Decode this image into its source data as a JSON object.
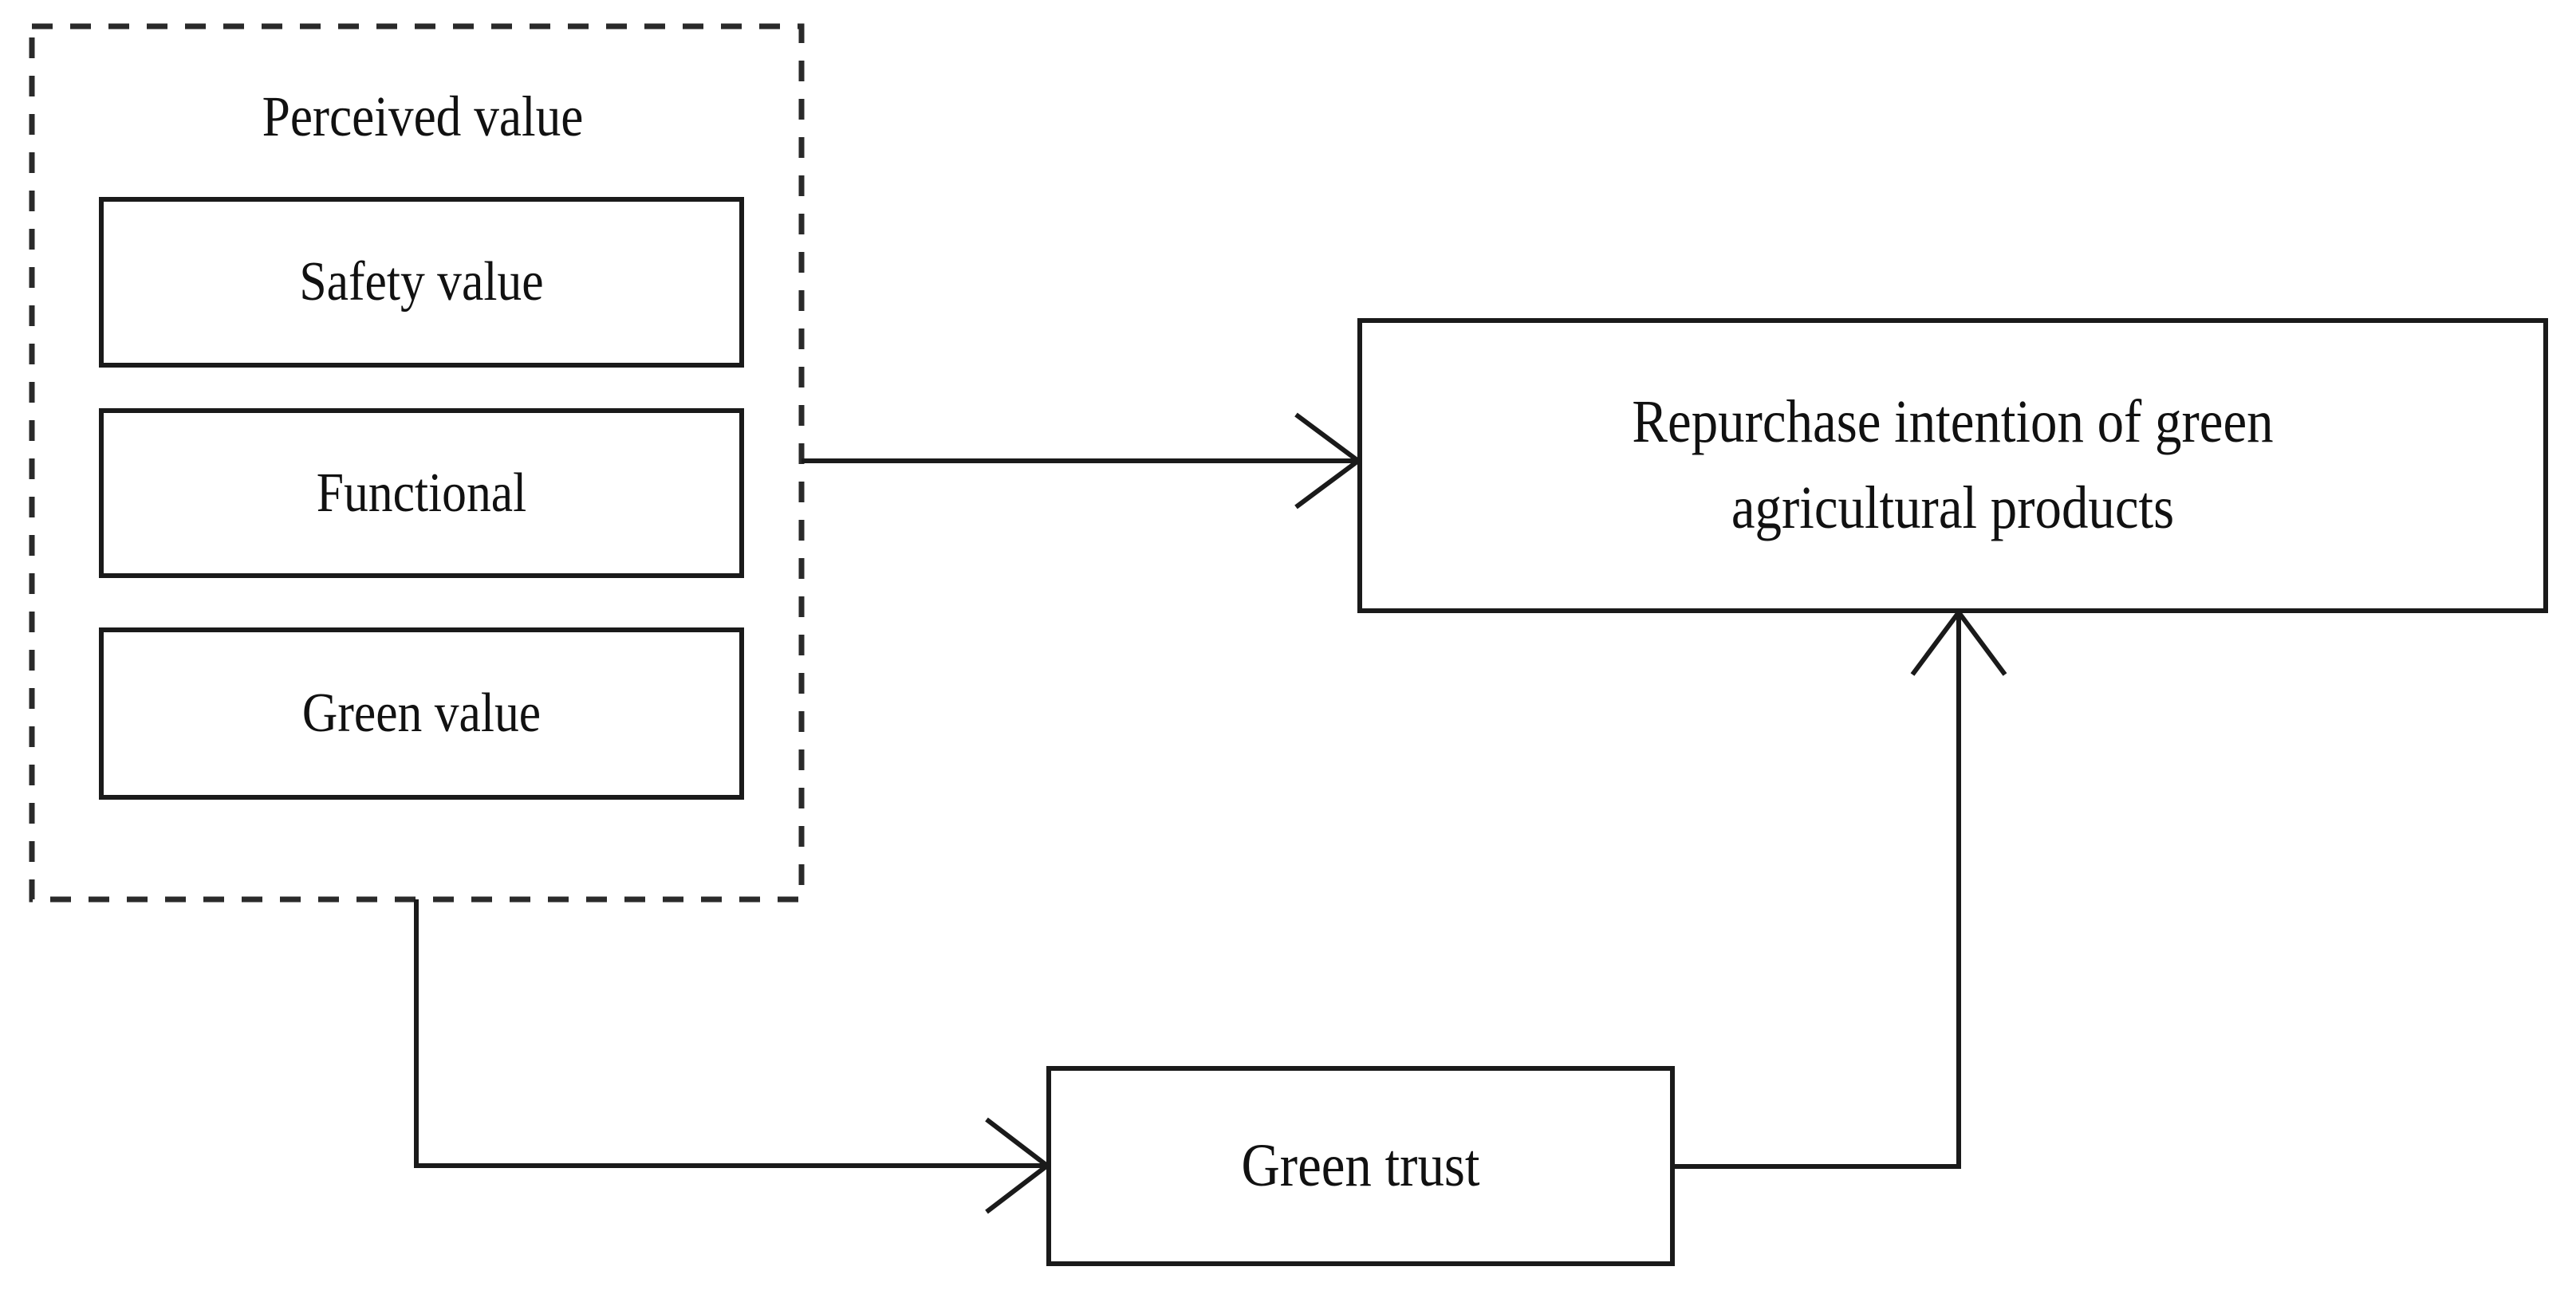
{
  "diagram": {
    "type": "conceptual-research-model",
    "background_color": "#ffffff",
    "stroke_color": "#1a1a1a",
    "text_color": "#111111",
    "group": {
      "title": "Perceived value",
      "border_style": "dashed",
      "items": [
        {
          "label": "Safety value"
        },
        {
          "label": "Functional"
        },
        {
          "label": "Green value"
        }
      ]
    },
    "nodes": [
      {
        "id": "repurchase",
        "label": "Repurchase intention of green\nagricultural products"
      },
      {
        "id": "green_trust",
        "label": "Green trust"
      }
    ],
    "edges": [
      {
        "id": "edge-perceived-to-repurchase",
        "from": "Perceived value",
        "to": "Repurchase intention of green agricultural products",
        "style": "straight-arrow",
        "direction": "right"
      },
      {
        "id": "edge-perceived-to-trust",
        "from": "Perceived value",
        "to": "Green trust",
        "style": "elbow-arrow",
        "direction": "down-right"
      },
      {
        "id": "edge-trust-to-repurchase",
        "from": "Green trust",
        "to": "Repurchase intention of green agricultural products",
        "style": "elbow-arrow",
        "direction": "right-up"
      }
    ]
  }
}
